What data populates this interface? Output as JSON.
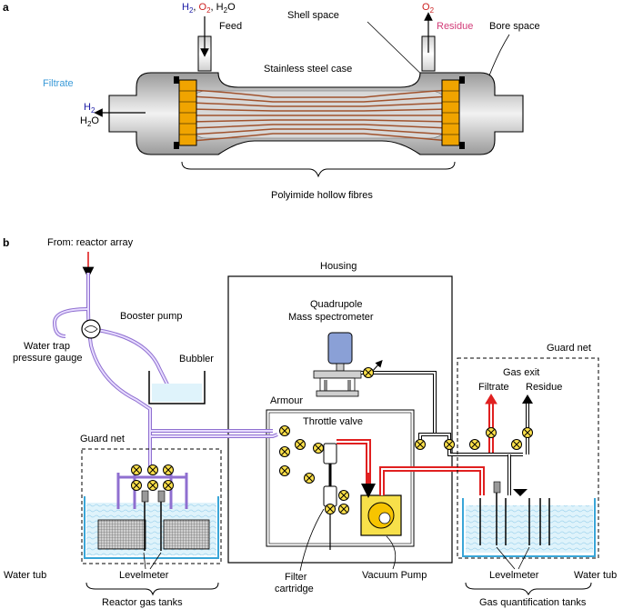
{
  "panel_a": {
    "panel_label": "a",
    "h2": "H",
    "h2_sub": "2",
    "sep1": ", ",
    "o2": "O",
    "o2_sub": "2",
    "sep2": ", ",
    "h2o": "H",
    "h2o_sub": "2",
    "h2o_tail": "O",
    "feed": "Feed",
    "shell_space": "Shell space",
    "o2_out": "O",
    "o2_out_sub": "2",
    "residue": "Residue",
    "bore_space": "Bore space",
    "stainless_case": "Stainless steel case",
    "filtrate": "Filtrate",
    "filtrate_h2": "H",
    "filtrate_h2_sub": "2",
    "filtrate_h2o": "H",
    "filtrate_h2o_sub": "2",
    "filtrate_h2o_tail": "O",
    "fibres": "Polyimide hollow fibres"
  },
  "panel_b": {
    "panel_label": "b",
    "from_reactor": "From: reactor array",
    "housing": "Housing",
    "booster_pump": "Booster pump",
    "qms_line1": "Quadrupole",
    "qms_line2": "Mass spectrometer",
    "water_trap_line1": "Water trap",
    "water_trap_line2": "pressure gauge",
    "bubbler": "Bubbler",
    "guard_net_right": "Guard net",
    "gas_exit": "Gas exit",
    "filtrate": "Filtrate",
    "residue": "Residue",
    "armour": "Armour",
    "throttle_valve": "Throttle valve",
    "guard_net_left": "Guard net",
    "water_tub_left": "Water tub",
    "levelmeter_left": "Levelmeter",
    "reactor_tanks": "Reactor gas tanks",
    "filter_line1": "Filter",
    "filter_line2": "cartridge",
    "vacuum_pump": "Vacuum Pump",
    "levelmeter_right": "Levelmeter",
    "water_tub_right": "Water tub",
    "quant_tanks": "Gas quantification tanks"
  },
  "colors": {
    "purple_tube": "#b79ae6",
    "red_line": "#e02020",
    "fibre": "#a0522d",
    "endcap": "#f0a400",
    "water": "#d8f0fa",
    "water_edge": "#39a6d8",
    "h2_blue": "#1a1aa6",
    "o2_red": "#cc2020",
    "residue_pink": "#d23c78",
    "filtrate_blue": "#3a9ad8",
    "valve_yellow": "#ffe24a"
  }
}
